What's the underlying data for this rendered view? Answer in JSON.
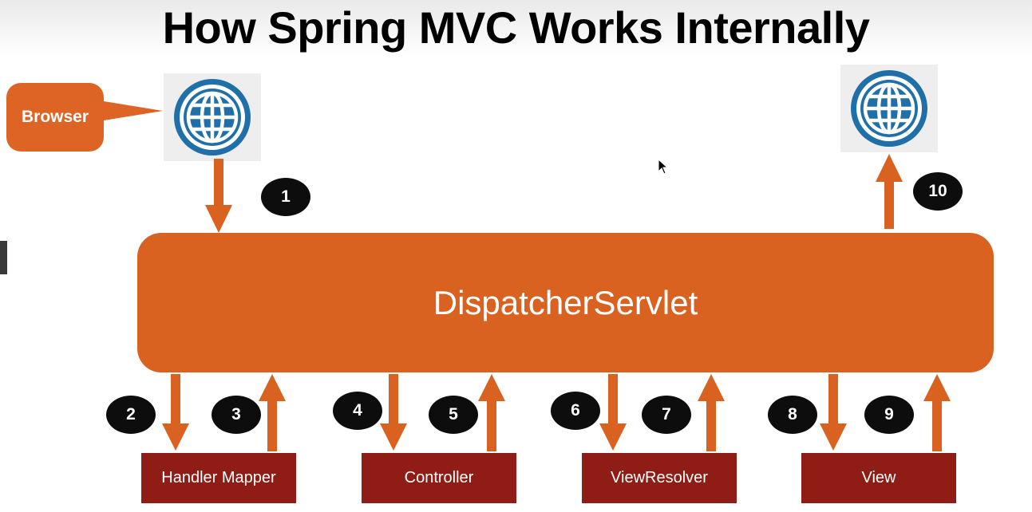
{
  "title": "How Spring MVC Works Internally",
  "browser_label": "Browser",
  "dispatcher_label": "DispatcherServlet",
  "components": [
    "Handler Mapper",
    "Controller",
    "ViewResolver",
    "View"
  ],
  "steps": [
    "1",
    "2",
    "3",
    "4",
    "5",
    "6",
    "7",
    "8",
    "9",
    "10"
  ],
  "colors": {
    "orange": "#d96221",
    "dark_red": "#8f1d15",
    "badge": "#0d0d0d",
    "globe_blue": "#1f6fa8"
  }
}
